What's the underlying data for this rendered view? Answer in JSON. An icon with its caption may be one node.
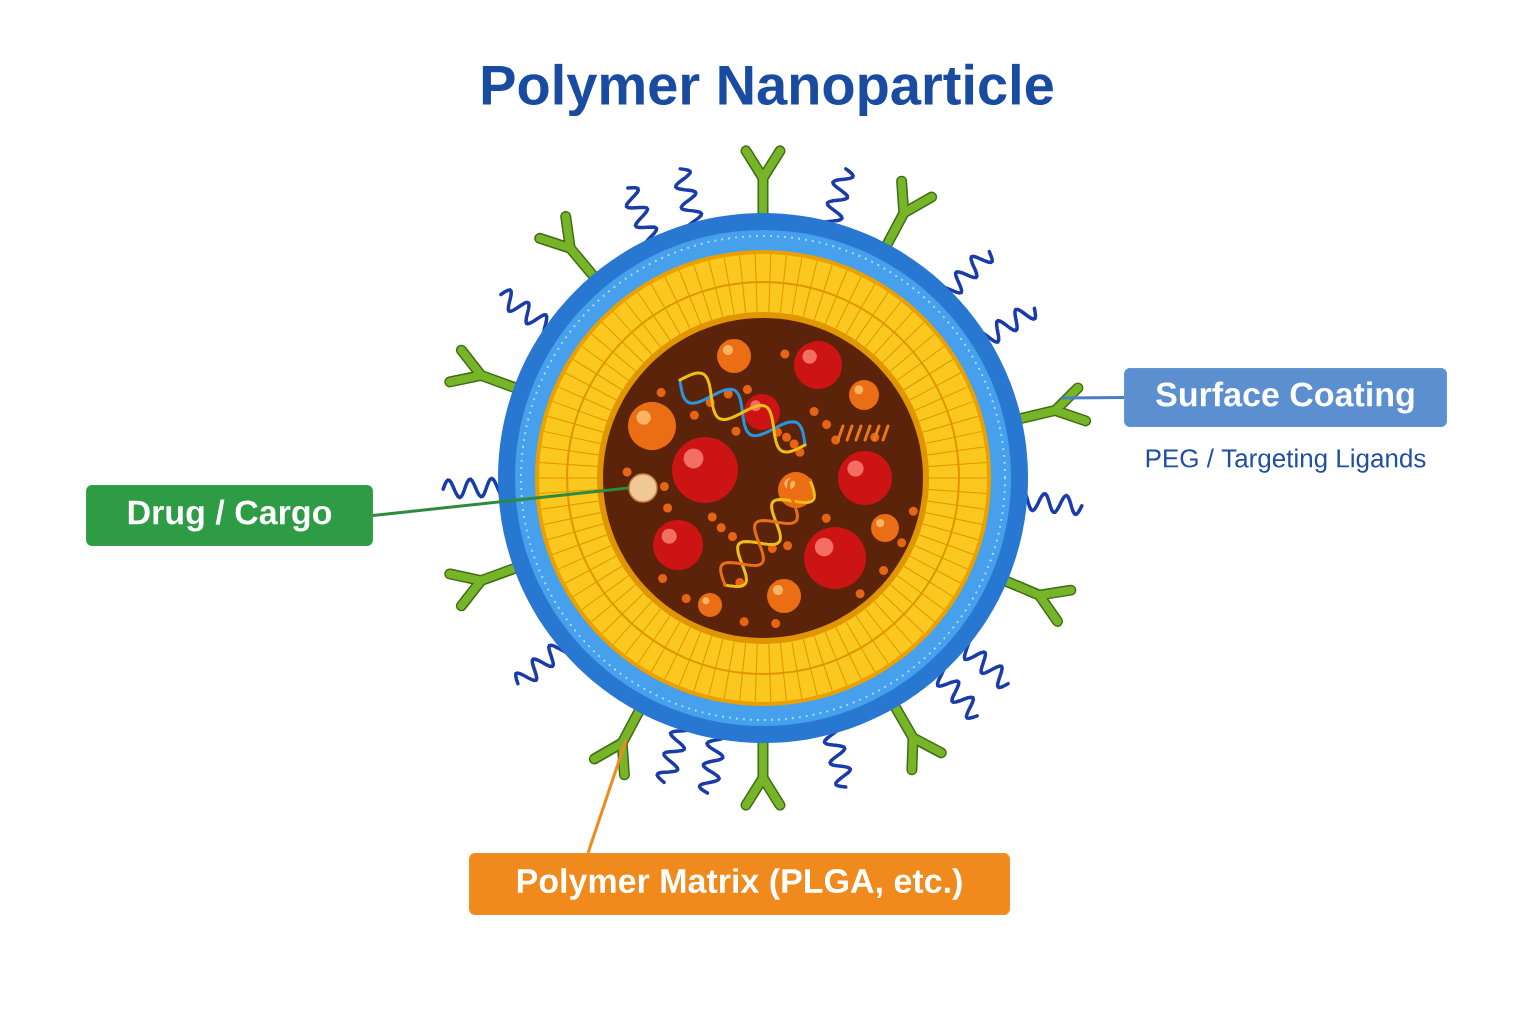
{
  "diagram": {
    "title": "Polymer Nanoparticle",
    "nodes": [
      {
        "text": [
          "Drug / Cargo"
        ]
      },
      {
        "text": [
          "Surface Coating"
        ],
        "beside": [
          "PEG / Targeting Ligands"
        ]
      },
      {
        "text": [
          "Polymer Matrix (PLGA, etc.)"
        ]
      },
      {
        "text": [],
        "shape": "circle"
      }
    ],
    "edges": [
      {
        "from": 0,
        "to": 3,
        "arrow": "none",
        "color": "#2e8b3e"
      },
      {
        "from": 1,
        "to": null,
        "arrow": "none",
        "color": "#4a7fc4"
      },
      {
        "from": 2,
        "to": null,
        "arrow": "none",
        "color": "#f08a1c"
      }
    ]
  }
}
